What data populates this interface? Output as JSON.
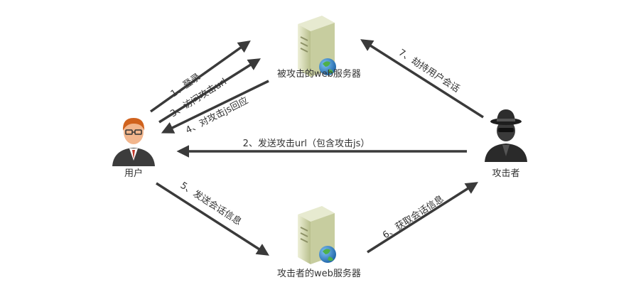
{
  "colors": {
    "arrow": "#3a3a3a",
    "server_body": "#c9cfa4",
    "server_front": "#dfe3c1",
    "globe": "#2f83c9",
    "skin": "#f2b68d",
    "hair": "#d0621d",
    "suit": "#3c3c3c",
    "hacker": "#2a2a2a"
  },
  "nodes": {
    "victim_server": {
      "label": "被攻击的web服务器",
      "icon": "server-icon"
    },
    "attacker_server": {
      "label": "攻击者的web服务器",
      "icon": "server-icon"
    },
    "user": {
      "label": "用户",
      "icon": "user-icon"
    },
    "attacker": {
      "label": "攻击者",
      "icon": "hacker-icon"
    }
  },
  "steps": [
    {
      "id": "s1",
      "label": "1、登录"
    },
    {
      "id": "s2",
      "label": "2、发送攻击url（包含攻击js）"
    },
    {
      "id": "s3",
      "label": "3、访问攻击url"
    },
    {
      "id": "s4",
      "label": "4、对攻击js回应"
    },
    {
      "id": "s5",
      "label": "5、发送会话信息"
    },
    {
      "id": "s6",
      "label": "6、获取会话信息"
    },
    {
      "id": "s7",
      "label": "7、劫持用户会话"
    }
  ]
}
